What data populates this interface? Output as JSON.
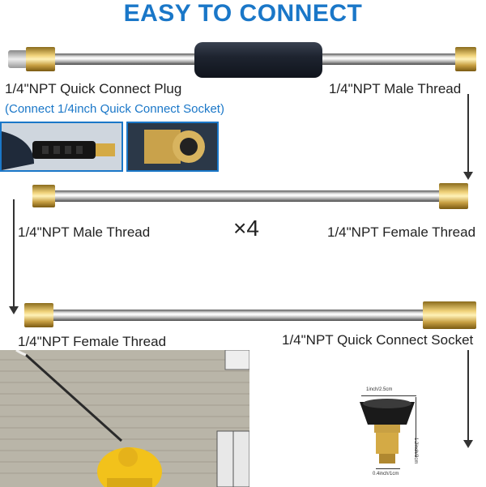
{
  "title": "EASY TO CONNECT",
  "labels": {
    "qc_plug": "1/4\"NPT Quick Connect Plug",
    "qc_plug_note": "(Connect 1/4inch Quick Connect Socket)",
    "male_top": "1/4\"NPT Male Thread",
    "male_mid": "1/4\"NPT Male Thread",
    "multiplier": "×4",
    "female_mid": "1/4\"NPT Female Thread",
    "female_bottom": "1/4\"NPT Female Thread",
    "qc_socket": "1/4\"NPT Quick Connect Socket"
  },
  "nozzle_dims": {
    "width": "1inch/2.5cm",
    "height": "1.2inch/3cm",
    "tip": "0.4inch/1cm"
  },
  "colors": {
    "accent": "#1a77c8",
    "brass": "#d4aa45",
    "handle": "#1e2430"
  }
}
